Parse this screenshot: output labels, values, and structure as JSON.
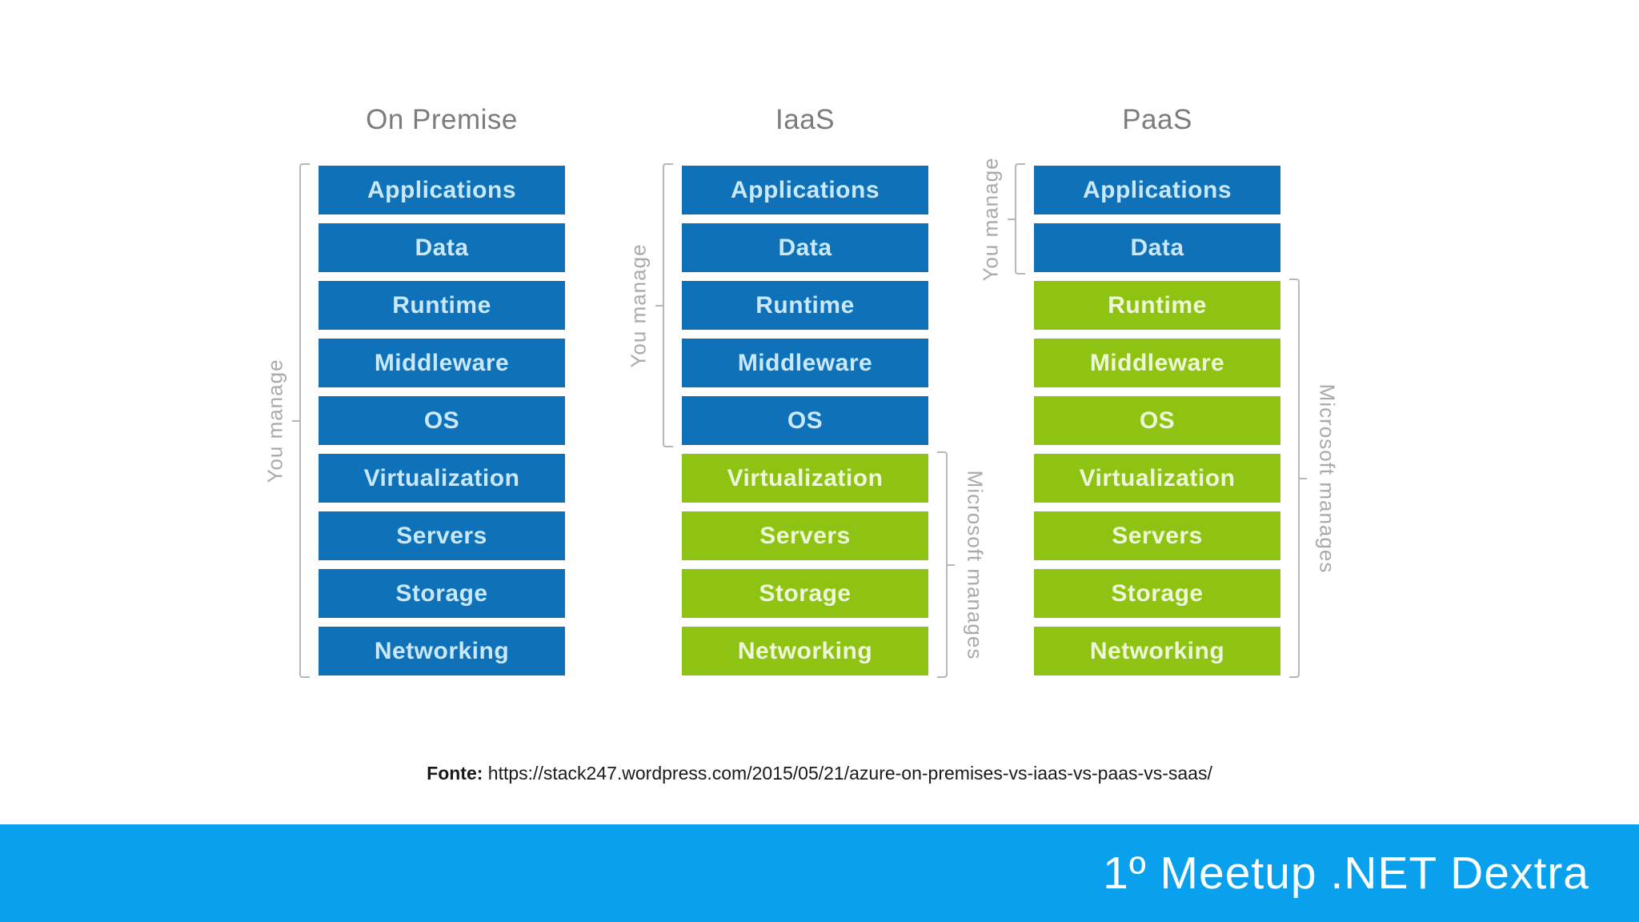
{
  "colors": {
    "blue": "#0f71b7",
    "green": "#8fc313",
    "blue_text": "#c9e8fb",
    "green_text": "#eef8d8",
    "title_gray": "#7c7c7c",
    "side_label_gray": "#a9aaae",
    "bracket_gray": "#b6b6bd",
    "footer_blue": "#09a1ee",
    "footer_text": "#ffffff",
    "source_text": "#1a1a1a"
  },
  "columns": [
    {
      "title": "On Premise",
      "layers": [
        {
          "label": "Applications",
          "color": "blue"
        },
        {
          "label": "Data",
          "color": "blue"
        },
        {
          "label": "Runtime",
          "color": "blue"
        },
        {
          "label": "Middleware",
          "color": "blue"
        },
        {
          "label": "OS",
          "color": "blue"
        },
        {
          "label": "Virtualization",
          "color": "blue"
        },
        {
          "label": "Servers",
          "color": "blue"
        },
        {
          "label": "Storage",
          "color": "blue"
        },
        {
          "label": "Networking",
          "color": "blue"
        }
      ],
      "brackets": [
        {
          "side": "left",
          "label": "You manage",
          "from_layer": 0,
          "to_layer": 8
        }
      ]
    },
    {
      "title": "IaaS",
      "layers": [
        {
          "label": "Applications",
          "color": "blue"
        },
        {
          "label": "Data",
          "color": "blue"
        },
        {
          "label": "Runtime",
          "color": "blue"
        },
        {
          "label": "Middleware",
          "color": "blue"
        },
        {
          "label": "OS",
          "color": "blue"
        },
        {
          "label": "Virtualization",
          "color": "green"
        },
        {
          "label": "Servers",
          "color": "green"
        },
        {
          "label": "Storage",
          "color": "green"
        },
        {
          "label": "Networking",
          "color": "green"
        }
      ],
      "brackets": [
        {
          "side": "left",
          "label": "You manage",
          "from_layer": 0,
          "to_layer": 4
        },
        {
          "side": "right",
          "label": "Microsoft manages",
          "from_layer": 5,
          "to_layer": 8
        }
      ]
    },
    {
      "title": "PaaS",
      "layers": [
        {
          "label": "Applications",
          "color": "blue"
        },
        {
          "label": "Data",
          "color": "blue"
        },
        {
          "label": "Runtime",
          "color": "green"
        },
        {
          "label": "Middleware",
          "color": "green"
        },
        {
          "label": "OS",
          "color": "green"
        },
        {
          "label": "Virtualization",
          "color": "green"
        },
        {
          "label": "Servers",
          "color": "green"
        },
        {
          "label": "Storage",
          "color": "green"
        },
        {
          "label": "Networking",
          "color": "green"
        }
      ],
      "brackets": [
        {
          "side": "left",
          "label": "You manage",
          "from_layer": 0,
          "to_layer": 1
        },
        {
          "side": "right",
          "label": "Microsoft manages",
          "from_layer": 2,
          "to_layer": 8
        }
      ]
    }
  ],
  "source_note": {
    "label": "Fonte:",
    "url": "https://stack247.wordpress.com/2015/05/21/azure-on-premises-vs-iaas-vs-paas-vs-saas/"
  },
  "footer": {
    "title": "1º Meetup .NET Dextra"
  }
}
